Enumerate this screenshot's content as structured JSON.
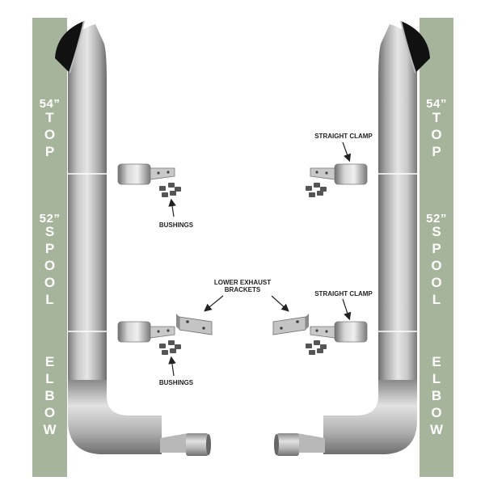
{
  "colors": {
    "band": "#a5b49a",
    "band_text": "#ffffff",
    "pipe_light": "#dadada",
    "pipe_mid": "#a9a9a9",
    "pipe_dark": "#6e6e6e",
    "callout_text": "#222222"
  },
  "sections": {
    "top": {
      "size": "54”",
      "word": "TOP"
    },
    "spool": {
      "size": "52”",
      "word": "SPOOL"
    },
    "elbow": {
      "word": "ELBOW"
    }
  },
  "callouts": {
    "bushings_upper": "BUSHINGS",
    "bushings_lower": "BUSHINGS",
    "lower_brackets": "LOWER EXHAUST\nBRACKETS",
    "straight_clamp_upper": "STRAIGHT CLAMP",
    "straight_clamp_lower": "STRAIGHT CLAMP"
  },
  "icons": {
    "pipe": "exhaust-stack-icon",
    "clamp": "clamp-icon",
    "bushing": "bushing-icon",
    "bracket": "bracket-icon"
  }
}
